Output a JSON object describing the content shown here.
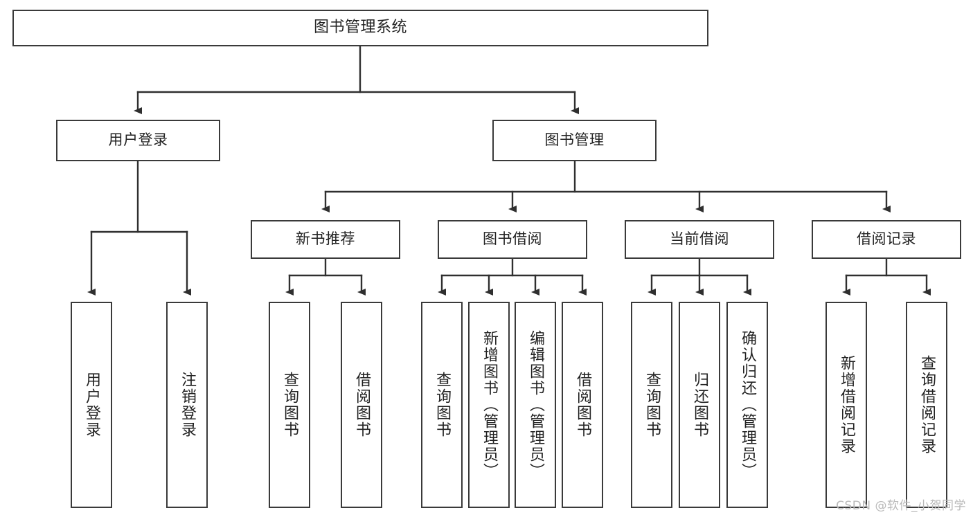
{
  "diagram": {
    "title": "图书管理系统",
    "type": "hierarchy-tree",
    "watermark": "CSDN @软件_小贺同学",
    "colors": {
      "background": "#ffffff",
      "border": "#3a3a3a",
      "text": "#222222",
      "watermark": "#b9b9b9"
    },
    "nodes": {
      "root": {
        "label": "图书管理系统",
        "level": 1
      },
      "l2": [
        {
          "id": "user-login",
          "label": "用户登录",
          "level": 2
        },
        {
          "id": "book-manage",
          "label": "图书管理",
          "level": 2
        }
      ],
      "l3": [
        {
          "id": "new-book-recommend",
          "label": "新书推荐",
          "level": 3,
          "parent": "book-manage"
        },
        {
          "id": "book-borrow",
          "label": "图书借阅",
          "level": 3,
          "parent": "book-manage"
        },
        {
          "id": "current-borrow",
          "label": "当前借阅",
          "level": 3,
          "parent": "book-manage"
        },
        {
          "id": "borrow-record",
          "label": "借阅记录",
          "level": 3,
          "parent": "book-manage"
        }
      ],
      "leaves": [
        {
          "id": "leaf-user-login",
          "label": "用户登录",
          "parent": "user-login"
        },
        {
          "id": "leaf-logout",
          "label": "注销登录",
          "parent": "user-login"
        },
        {
          "id": "leaf-query-book-1",
          "label": "查询图书",
          "parent": "new-book-recommend"
        },
        {
          "id": "leaf-borrow-book-1",
          "label": "借阅图书",
          "parent": "new-book-recommend"
        },
        {
          "id": "leaf-query-book-2",
          "label": "查询图书",
          "parent": "book-borrow"
        },
        {
          "id": "leaf-add-book",
          "label": "新增图书（管理员）",
          "parent": "book-borrow"
        },
        {
          "id": "leaf-edit-book",
          "label": "编辑图书（管理员）",
          "parent": "book-borrow"
        },
        {
          "id": "leaf-borrow-book-2",
          "label": "借阅图书",
          "parent": "book-borrow"
        },
        {
          "id": "leaf-query-book-3",
          "label": "查询图书",
          "parent": "current-borrow"
        },
        {
          "id": "leaf-return-book",
          "label": "归还图书",
          "parent": "current-borrow"
        },
        {
          "id": "leaf-confirm-return",
          "label": "确认归还（管理员）",
          "parent": "current-borrow"
        },
        {
          "id": "leaf-add-record",
          "label": "新增借阅记录",
          "parent": "borrow-record"
        },
        {
          "id": "leaf-query-record",
          "label": "查询借阅记录",
          "parent": "borrow-record"
        }
      ]
    }
  }
}
